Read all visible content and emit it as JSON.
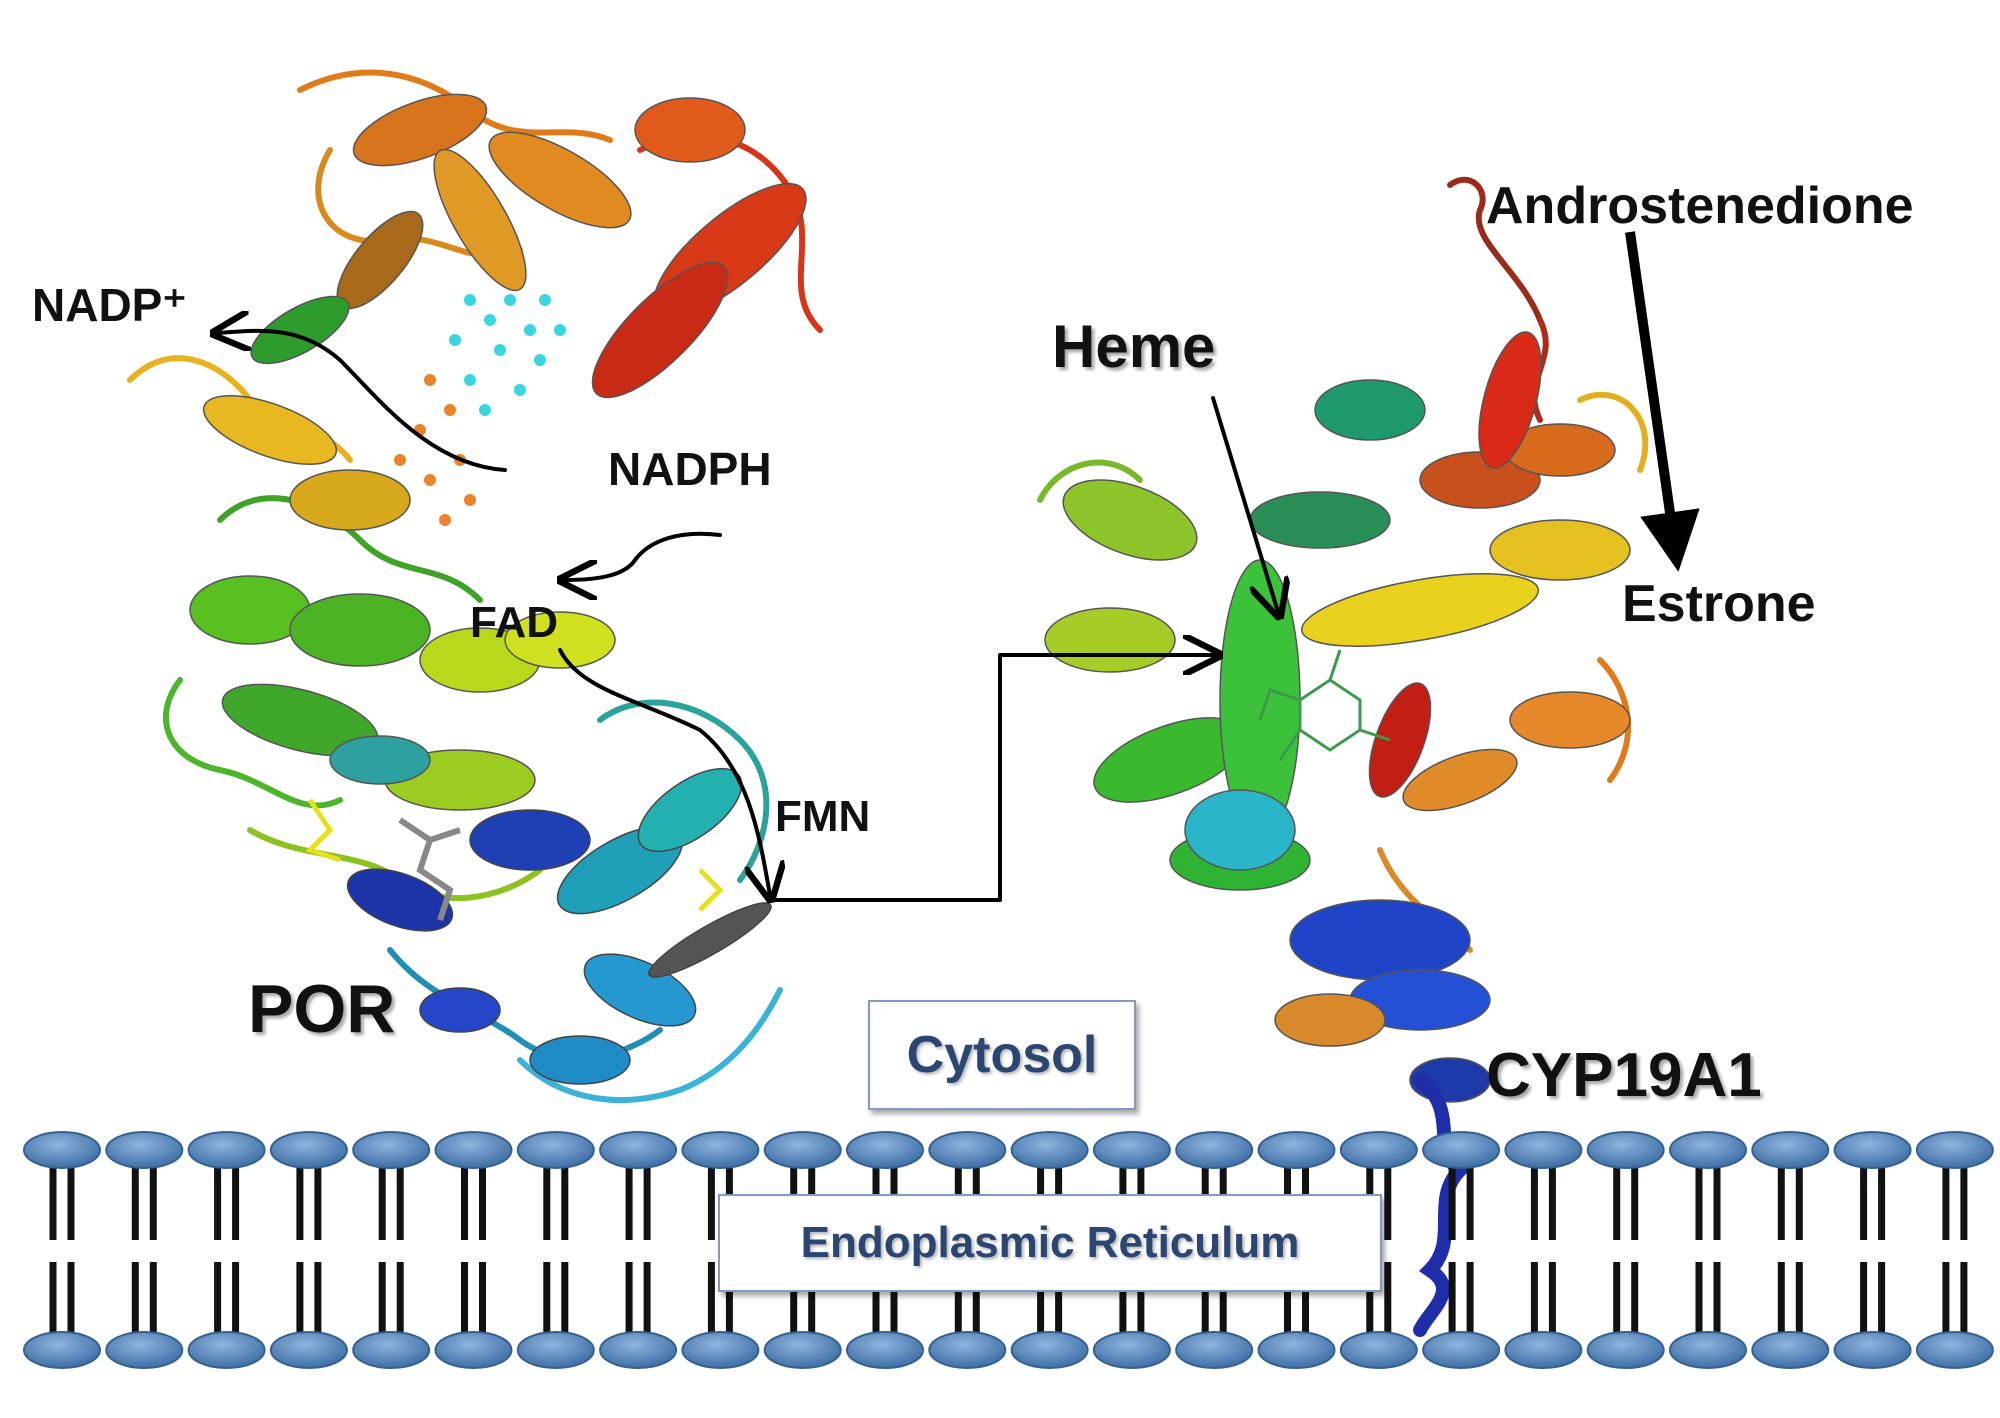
{
  "labels": {
    "nadp": "NADP⁺",
    "nadph": "NADPH",
    "fad": "FAD",
    "fmn": "FMN",
    "por": "POR",
    "heme": "Heme",
    "androstenedione": "Androstenedione",
    "estrone": "Estrone",
    "cyp19a1": "CYP19A1",
    "cytosol": "Cytosol",
    "er": "Endoplasmic Reticulum"
  },
  "colors": {
    "membrane_head": "#4f7fb5",
    "membrane_tail": "#111111",
    "box_border": "#7f9cc0",
    "box_text": "#2b4670",
    "arrow": "#000000"
  },
  "icons": [
    "por-protein-ribbon-icon",
    "cyp19a1-protein-ribbon-icon",
    "lipid-bilayer-icon"
  ]
}
